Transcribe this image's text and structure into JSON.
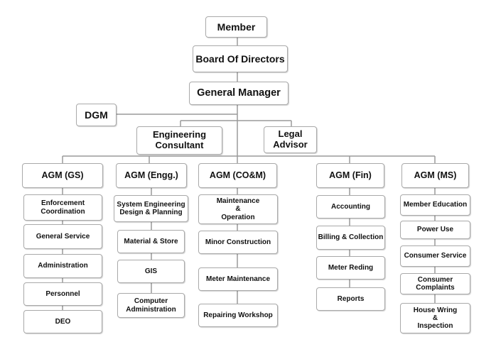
{
  "top": {
    "member": "Member",
    "board": "Board Of Directors",
    "gm": "General Manager",
    "dgm": "DGM",
    "engineering_consultant": "Engineering\nConsultant",
    "legal_advisor": "Legal\nAdvisor"
  },
  "departments": [
    {
      "label": "AGM (GS)",
      "units": [
        "Enforcement\nCoordination",
        "General Service",
        "Administration",
        "Personnel",
        "DEO"
      ]
    },
    {
      "label": "AGM (Engg.)",
      "units": [
        "System Engineering\nDesign & Planning",
        "Material & Store",
        "GIS",
        "Computer\nAdministration"
      ]
    },
    {
      "label": "AGM (CO&M)",
      "units": [
        "Maintenance\n&\nOperation",
        "Minor Construction",
        "Meter Maintenance",
        "Repairing Workshop"
      ]
    },
    {
      "label": "AGM (Fin)",
      "units": [
        "Accounting",
        "Billing & Collection",
        "Meter Reding",
        "Reports"
      ]
    },
    {
      "label": "AGM (MS)",
      "units": [
        "Member Education",
        "Power Use",
        "Consumer Service",
        "Consumer\nComplaints",
        "House Wring\n&\nInspection"
      ]
    }
  ],
  "colors": {
    "line": "#9a9a9a",
    "border": "#a9a9a9",
    "text": "#111111"
  }
}
